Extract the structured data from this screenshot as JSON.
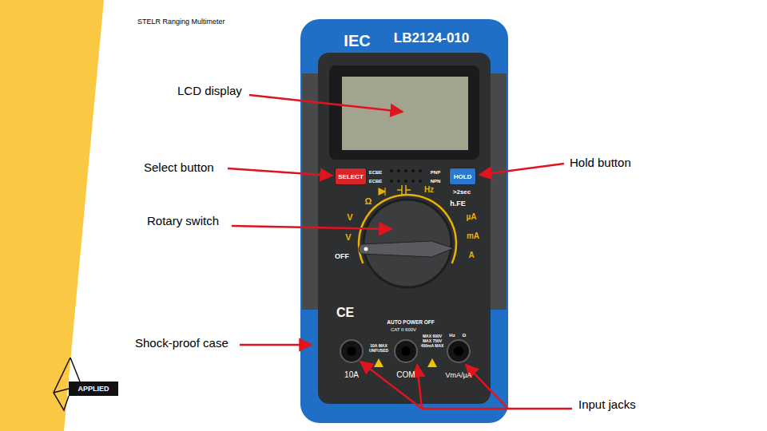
{
  "diagram": {
    "title": "STELR Ranging Multimeter",
    "nodes": [
      {
        "text": [
          "SELECT"
        ]
      },
      {
        "text": [
          "HOLD"
        ]
      }
    ],
    "labels": [
      "LCD display",
      "Select button",
      "Hold button",
      "Rotary switch",
      "Shock-proof case",
      "Input jacks",
      "APPLIED",
      "IEC",
      "LB2124-010",
      "ECBE",
      "ECBE",
      "PNP",
      "NPN",
      "Ω",
      "Hz",
      "h.FE",
      ">2sec",
      "V",
      "V",
      "OFF",
      "µA",
      "mA",
      "A",
      "CE",
      "AUTO POWER OFF",
      "CAT II 600V",
      "10A MAX UNFUSED",
      "MAX 600V",
      "MAX 750V",
      "400mA MAX",
      "Hz",
      "Ω",
      "10A",
      "COM",
      "VmA/µA"
    ]
  }
}
